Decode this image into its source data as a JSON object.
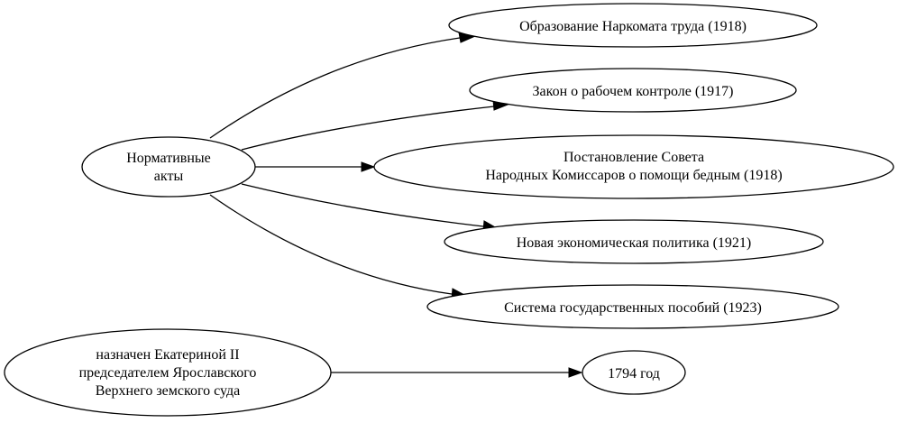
{
  "graph": {
    "nodes": [
      {
        "id": "normative",
        "lines": [
          "Нормативные",
          "акты"
        ]
      },
      {
        "id": "narkomat",
        "lines": [
          "Образование Наркомата труда (1918)"
        ]
      },
      {
        "id": "control",
        "lines": [
          "Закон о рабочем контроле (1917)"
        ]
      },
      {
        "id": "sovnarkom",
        "lines": [
          "Постановление Совета",
          "Народных Комиссаров о помощи бедным (1918)"
        ]
      },
      {
        "id": "nep",
        "lines": [
          "Новая экономическая политика (1921)"
        ]
      },
      {
        "id": "benefits",
        "lines": [
          "Система государственных пособий (1923)"
        ]
      },
      {
        "id": "appointed",
        "lines": [
          "назначен Екатериной II",
          "председателем Ярославского",
          "Верхнего земского суда"
        ]
      },
      {
        "id": "year1794",
        "lines": [
          "1794 год"
        ]
      }
    ],
    "edges": [
      {
        "from": "normative",
        "to": "narkomat"
      },
      {
        "from": "normative",
        "to": "control"
      },
      {
        "from": "normative",
        "to": "sovnarkom"
      },
      {
        "from": "normative",
        "to": "nep"
      },
      {
        "from": "normative",
        "to": "benefits"
      },
      {
        "from": "appointed",
        "to": "year1794"
      }
    ]
  }
}
